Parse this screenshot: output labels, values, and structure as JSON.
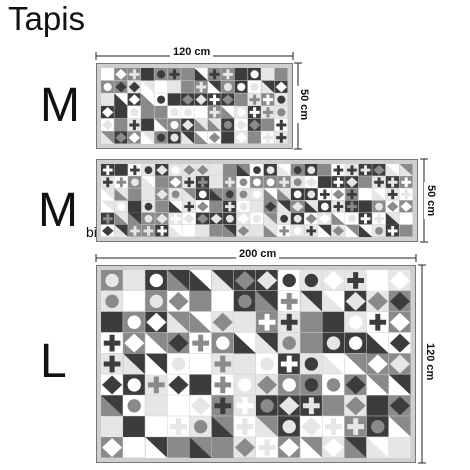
{
  "heading": "Tapis",
  "sizes": [
    {
      "letter": "M",
      "suffix": "",
      "width_label": "120 cm",
      "height_label": "50 cm"
    },
    {
      "letter": "M",
      "suffix": "bis",
      "width_label": "",
      "height_label": "50 cm"
    },
    {
      "letter": "L",
      "suffix": "",
      "width_label": "200 cm",
      "height_label": "120 cm"
    }
  ],
  "colors": {
    "tile_dark": "#3c3c3c",
    "tile_mid": "#8a8a8a",
    "tile_light": "#e6e6e6",
    "tile_white": "#ffffff",
    "border": "#777777"
  }
}
